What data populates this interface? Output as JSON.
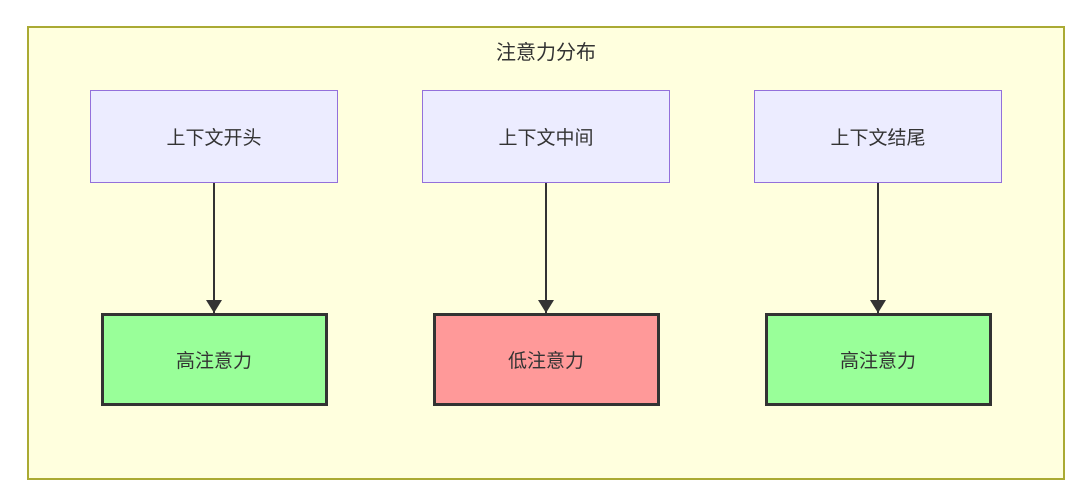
{
  "diagram": {
    "title": "注意力分布",
    "columns": [
      {
        "source": "上下文开头",
        "target": "高注意力",
        "target_type": "high"
      },
      {
        "source": "上下文中间",
        "target": "低注意力",
        "target_type": "low"
      },
      {
        "source": "上下文结尾",
        "target": "高注意力",
        "target_type": "high"
      }
    ],
    "colors": {
      "container_fill": "#ffffde",
      "container_stroke": "#aaaa33",
      "source_fill": "#ececff",
      "source_stroke": "#9370db",
      "high_fill": "#99ff99",
      "low_fill": "#ff9999",
      "node_stroke": "#333333",
      "arrow": "#333333",
      "text": "#333333"
    }
  }
}
